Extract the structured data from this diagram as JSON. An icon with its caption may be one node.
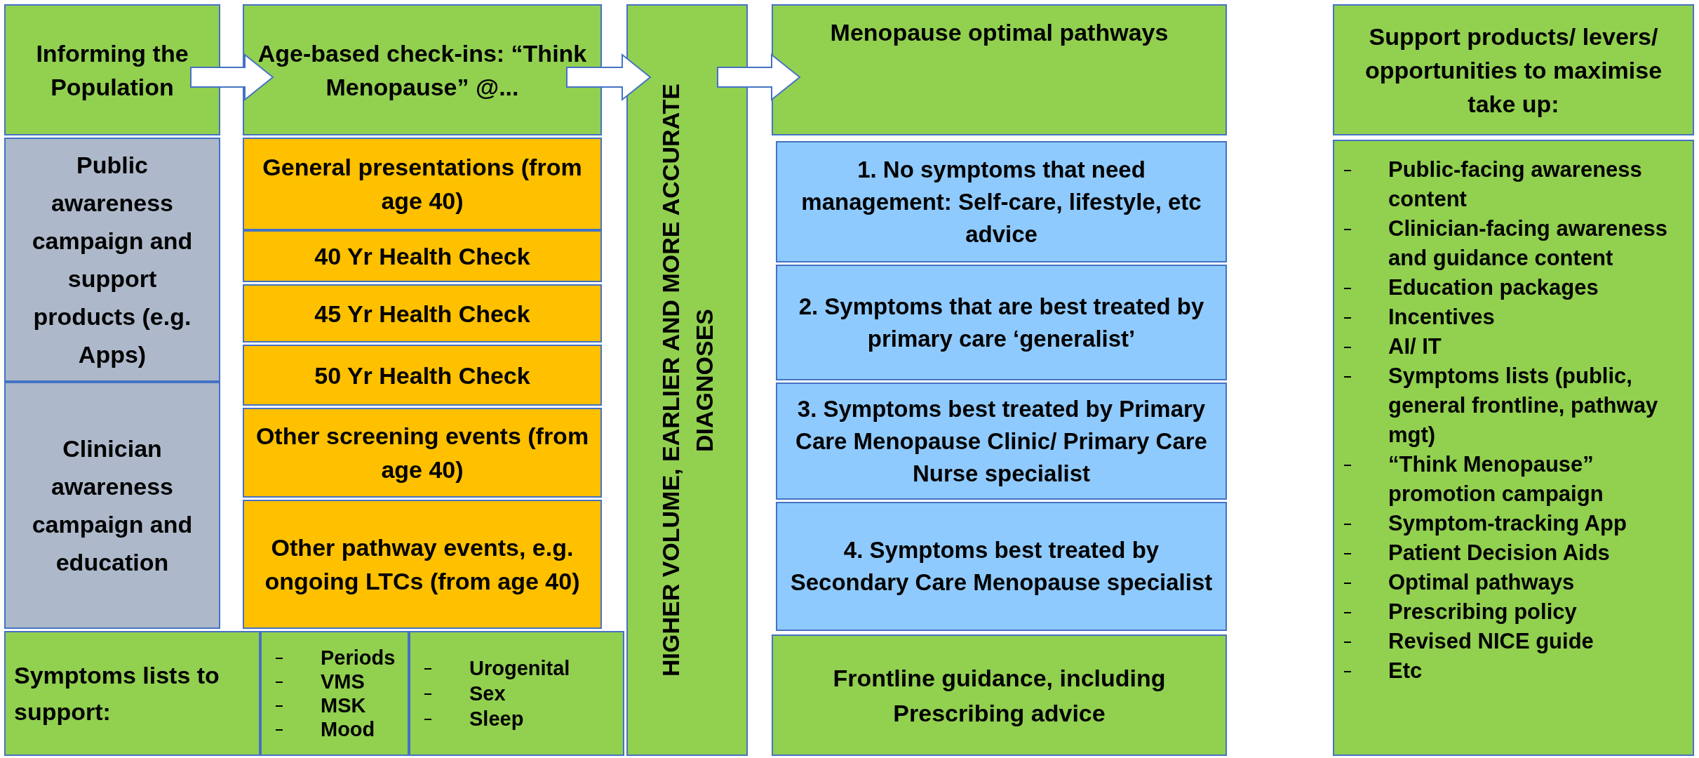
{
  "diagram": {
    "nodes": [
      {
        "text": [
          "Informing the Population"
        ]
      },
      {
        "text": [
          "Public awareness campaign and support products (e.g. Apps)"
        ]
      },
      {
        "text": [
          "Clinician awareness campaign and education"
        ]
      },
      {
        "text": [
          "Age-based check-ins: “Think Menopause” @..."
        ]
      },
      {
        "text": [
          "General presentations (from age 40)"
        ]
      },
      {
        "text": [
          "40 Yr Health Check"
        ]
      },
      {
        "text": [
          "45 Yr Health Check"
        ]
      },
      {
        "text": [
          "50 Yr Health Check"
        ]
      },
      {
        "text": [
          "Other screening events (from age 40)"
        ]
      },
      {
        "text": [
          "Other pathway events, e.g. ongoing LTCs (from age 40)"
        ]
      },
      {
        "text": [
          "Symptoms lists to support:"
        ]
      },
      {
        "text": [
          "Periods",
          "VMS",
          "MSK",
          "Mood"
        ]
      },
      {
        "text": [
          "Urogenital",
          "Sex",
          "Sleep"
        ]
      },
      {
        "text": [
          "HIGHER VOLUME, EARLIER AND MORE ACCURATE DIAGNOSES"
        ]
      },
      {
        "text": [
          "Menopause optimal pathways"
        ]
      },
      {
        "text": [
          "1. No symptoms that need management:  Self-care, lifestyle, etc advice"
        ]
      },
      {
        "text": [
          "2. Symptoms that are best treated by primary care ‘generalist’"
        ]
      },
      {
        "text": [
          "3. Symptoms best treated by Primary Care Menopause Clinic/ Primary Care Nurse specialist"
        ]
      },
      {
        "text": [
          "4. Symptoms best treated by Secondary Care Menopause specialist"
        ]
      },
      {
        "text": [
          "Frontline guidance, including Prescribing advice"
        ]
      },
      {
        "text": [
          "Support products/ levers/ opportunities to maximise take up:"
        ]
      },
      {
        "text": [
          "Public-facing awareness content",
          "Clinician-facing awareness and guidance content",
          "Education packages",
          "Incentives",
          "AI/ IT",
          "Symptoms lists (public, general frontline, pathway mgt)",
          "“Think Menopause” promotion campaign",
          "Symptom-tracking App",
          "Patient Decision Aids",
          "Optimal pathways",
          "Prescribing policy",
          "Revised NICE guide",
          "Etc"
        ]
      }
    ],
    "edges": [
      {
        "from": 0,
        "to": 3,
        "arrow": "to"
      },
      {
        "from": 3,
        "to": 13,
        "arrow": "to"
      },
      {
        "from": 13,
        "to": 14,
        "arrow": "to"
      }
    ]
  }
}
